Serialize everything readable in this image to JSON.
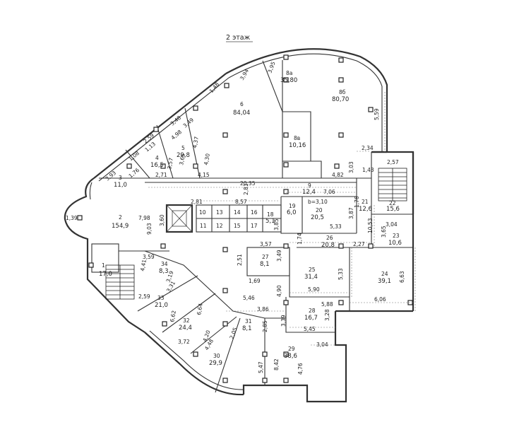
{
  "floor_label": "2 этаж",
  "rooms": [
    {
      "num": "1",
      "area": "17,0"
    },
    {
      "num": "2",
      "area": "154,9"
    },
    {
      "num": "3",
      "area": "11,0"
    },
    {
      "num": "4",
      "area": "16,5"
    },
    {
      "num": "5",
      "area": "29,8"
    },
    {
      "num": "6",
      "area": "84,04"
    },
    {
      "num": "8а",
      "area": "35,80"
    },
    {
      "num": "8б",
      "area": "80,70"
    },
    {
      "num": "8в",
      "area": "10,16"
    },
    {
      "num": "9",
      "area": "12,4"
    },
    {
      "num": "10",
      "area": ""
    },
    {
      "num": "11",
      "area": ""
    },
    {
      "num": "12",
      "area": ""
    },
    {
      "num": "13",
      "area": ""
    },
    {
      "num": "14",
      "area": ""
    },
    {
      "num": "15",
      "area": ""
    },
    {
      "num": "16",
      "area": ""
    },
    {
      "num": "17",
      "area": ""
    },
    {
      "num": "18",
      "area": "5,1"
    },
    {
      "num": "19",
      "area": "6,0"
    },
    {
      "num": "20",
      "area": "20,5"
    },
    {
      "num": "21",
      "area": "12,6"
    },
    {
      "num": "22",
      "area": "15,6"
    },
    {
      "num": "23",
      "area": "10,6"
    },
    {
      "num": "24",
      "area": "39,1"
    },
    {
      "num": "25",
      "area": "31,4"
    },
    {
      "num": "26",
      "area": "20,8"
    },
    {
      "num": "27",
      "area": "8,1"
    },
    {
      "num": "28",
      "area": "16,7"
    },
    {
      "num": "29",
      "area": "38,6"
    },
    {
      "num": "30",
      "area": "29,9"
    },
    {
      "num": "31",
      "area": "8,1"
    },
    {
      "num": "32",
      "area": "24,4"
    },
    {
      "num": "33",
      "area": "21,0"
    },
    {
      "num": "34",
      "area": "8,3"
    }
  ],
  "dimensions": [
    "3,95",
    "3,94",
    "1,48",
    "3,49",
    "3,48",
    "2,59",
    "1,13",
    "4,98",
    "4,37",
    "3,57",
    "3,65",
    "4,30",
    "1,08",
    "1,76",
    "3,93",
    "2,71",
    "4,15",
    "5,59",
    "2,34",
    "2,57",
    "1,43",
    "3,03",
    "4,82",
    "20,35",
    "2,81",
    "2,81",
    "7,06",
    "8,57",
    "b=3,10",
    "3,87",
    "1,39",
    "7,98",
    "9,03",
    "3,60",
    "3,85",
    "5,33",
    "1,76",
    "10,53",
    "3,04",
    "3,65",
    "1,74",
    "2,27",
    "3,57",
    "3,59",
    "4,41",
    "3,19",
    "2,59",
    "3,31",
    "2,51",
    "3,49",
    "1,69",
    "5,33",
    "6,63",
    "4,90",
    "5,90",
    "6,06",
    "5,88",
    "3,28",
    "5,46",
    "3,86",
    "6,62",
    "6,64",
    "2,85",
    "3,39",
    "5,45",
    "3,72",
    "4,20",
    "4,48",
    "2,05",
    "3,04",
    "8,42",
    "5,47",
    "4,76"
  ]
}
